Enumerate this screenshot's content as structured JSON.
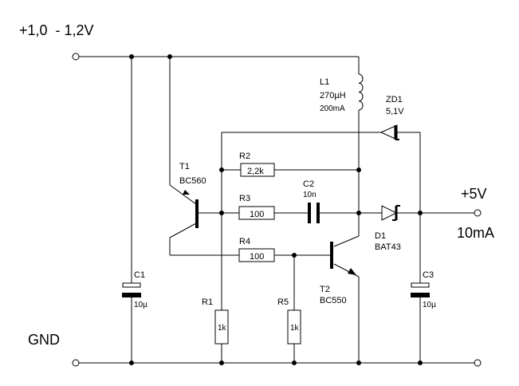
{
  "labels": {
    "supply_voltage": "+1,0  - 1,2V",
    "output_voltage": "+5V",
    "output_current": "10mA",
    "ground": "GND"
  },
  "components": {
    "L1": {
      "ref": "L1",
      "value": "270µH",
      "rating": "200mA"
    },
    "ZD1": {
      "ref": "ZD1",
      "value": "5,1V"
    },
    "R2": {
      "ref": "R2",
      "value": "2,2k"
    },
    "T1": {
      "ref": "T1",
      "type": "BC560"
    },
    "R3": {
      "ref": "R3",
      "value": "100"
    },
    "C2": {
      "ref": "C2",
      "value": "10n"
    },
    "D1": {
      "ref": "D1",
      "type": "BAT43"
    },
    "R4": {
      "ref": "R4",
      "value": "100"
    },
    "T2": {
      "ref": "T2",
      "type": "BC550"
    },
    "C1": {
      "ref": "C1",
      "value": "10µ"
    },
    "C3": {
      "ref": "C3",
      "value": "10µ"
    },
    "R1": {
      "ref": "R1",
      "value": "1k"
    },
    "R5": {
      "ref": "R5",
      "value": "1k"
    }
  }
}
